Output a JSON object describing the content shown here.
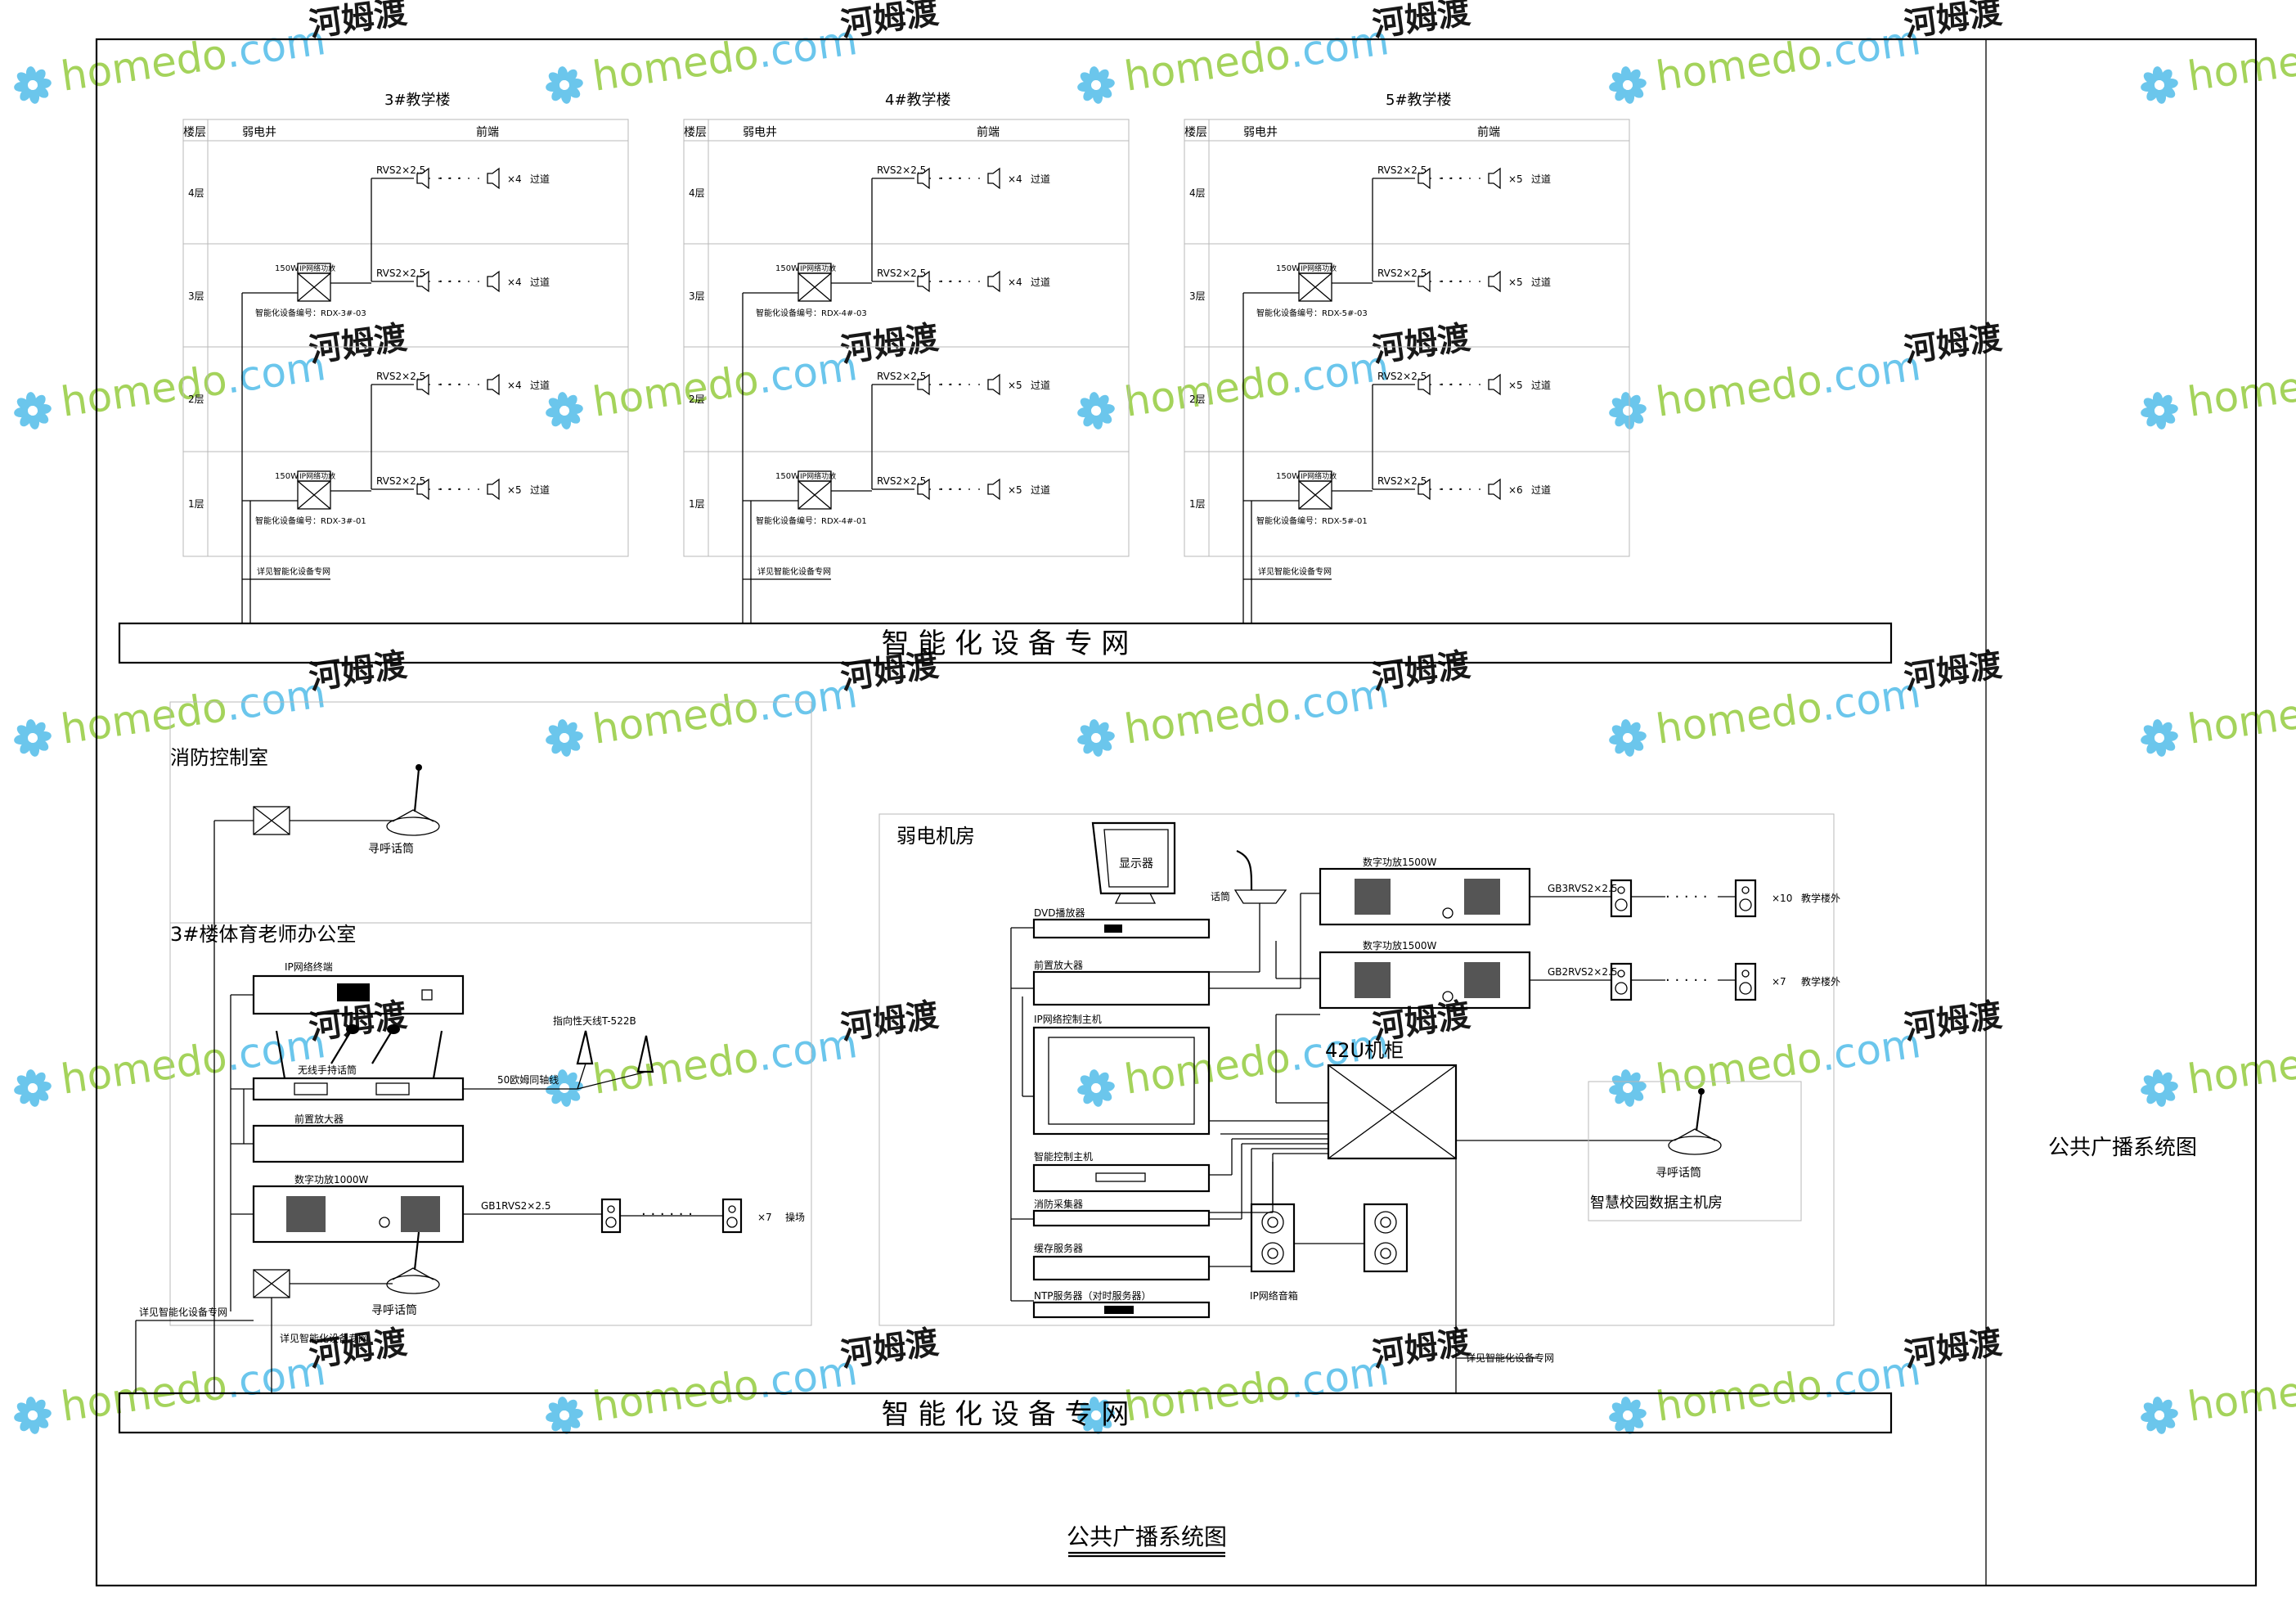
{
  "sheet": {
    "title": "公共广播系统图",
    "side_title": "公共广播系统图"
  },
  "network_bus_label": "智 能 化 设 备 专 网",
  "watermark": {
    "latin": "homedo.com",
    "chinese": "河姆渡",
    "colors": {
      "latin": "#9bcf4a",
      "dotcom": "#5bc0ea",
      "chinese": "#8a8a8a"
    }
  },
  "risers": [
    {
      "title": "3#教学楼",
      "col_floor": "楼层",
      "col_shaft": "弱电井",
      "col_front": "前端",
      "floors": [
        {
          "label": "4层",
          "cable": "RVS2×2.5",
          "count": "×4",
          "area": "过道"
        },
        {
          "label": "3层",
          "cable": "RVS2×2.5",
          "count": "×4",
          "area": "过道"
        },
        {
          "label": "2层",
          "cable": "RVS2×2.5",
          "count": "×4",
          "area": "过道"
        },
        {
          "label": "1层",
          "cable": "RVS2×2.5",
          "count": "×5",
          "area": "过道"
        }
      ],
      "terminals": [
        {
          "power": "150W",
          "type": "IP网络功放",
          "tag": "智能化设备编号：RDX-3#-03"
        },
        {
          "power": "150W",
          "type": "IP网络功放",
          "tag": "智能化设备编号：RDX-3#-01"
        }
      ],
      "note": "详见智能化设备专网"
    },
    {
      "title": "4#教学楼",
      "col_floor": "楼层",
      "col_shaft": "弱电井",
      "col_front": "前端",
      "floors": [
        {
          "label": "4层",
          "cable": "RVS2×2.5",
          "count": "×4",
          "area": "过道"
        },
        {
          "label": "3层",
          "cable": "RVS2×2.5",
          "count": "×4",
          "area": "过道"
        },
        {
          "label": "2层",
          "cable": "RVS2×2.5",
          "count": "×5",
          "area": "过道"
        },
        {
          "label": "1层",
          "cable": "RVS2×2.5",
          "count": "×5",
          "area": "过道"
        }
      ],
      "terminals": [
        {
          "power": "150W",
          "type": "IP网络功放",
          "tag": "智能化设备编号：RDX-4#-03"
        },
        {
          "power": "150W",
          "type": "IP网络功放",
          "tag": "智能化设备编号：RDX-4#-01"
        }
      ],
      "note": "详见智能化设备专网"
    },
    {
      "title": "5#教学楼",
      "col_floor": "楼层",
      "col_shaft": "弱电井",
      "col_front": "前端",
      "floors": [
        {
          "label": "4层",
          "cable": "RVS2×2.5",
          "count": "×5",
          "area": "过道"
        },
        {
          "label": "3层",
          "cable": "RVS2×2.5",
          "count": "×5",
          "area": "过道"
        },
        {
          "label": "2层",
          "cable": "RVS2×2.5",
          "count": "×5",
          "area": "过道"
        },
        {
          "label": "1层",
          "cable": "RVS2×2.5",
          "count": "×6",
          "area": "过道"
        }
      ],
      "terminals": [
        {
          "power": "150W",
          "type": "IP网络功放",
          "tag": "智能化设备编号：RDX-5#-03"
        },
        {
          "power": "150W",
          "type": "IP网络功放",
          "tag": "智能化设备编号：RDX-5#-01"
        }
      ],
      "note": "详见智能化设备专网"
    }
  ],
  "fire_room": {
    "title": "消防控制室",
    "mic": "寻呼话筒"
  },
  "pe_office": {
    "title": "3#楼体育老师办公室",
    "ip_terminal": "IP网络终端",
    "wireless_mic": "无线手持话筒",
    "antenna": "指向性天线T-522B",
    "feeder": "50欧姆同轴线",
    "preamp": "前置放大器",
    "amp": "数字功放1000W",
    "cable": "GB1RVS2×2.5",
    "count": "×7",
    "area": "操场",
    "mic": "寻呼话筒",
    "note_left": "详见智能化设备专网",
    "note_bottom": "详见智能化设备专网"
  },
  "weak_room": {
    "title": "弱电机房",
    "monitor": "显示器",
    "mic": "话筒",
    "dvd": "DVD播放器",
    "preamp": "前置放大器",
    "ip_host": "IP网络控制主机",
    "smart_host": "智能控制主机",
    "fire_collector": "消防采集器",
    "storage": "缓存服务器",
    "ntp": "NTP服务器（对时服务器）",
    "cabinet": "42U机柜",
    "ip_speaker": "IP网络音箱",
    "amp1": "数字功放1500W",
    "amp1_cable": "GB3RVS2×2.5",
    "amp1_count": "×10",
    "amp1_area": "教学楼外",
    "amp2": "数字功放1500W",
    "amp2_cable": "GB2RVS2×2.5",
    "amp2_count": "×7",
    "amp2_area": "教学楼外",
    "note": "详见智能化设备专网"
  },
  "campus_room": {
    "title": "智慧校园数据主机房",
    "mic": "寻呼话筒"
  }
}
